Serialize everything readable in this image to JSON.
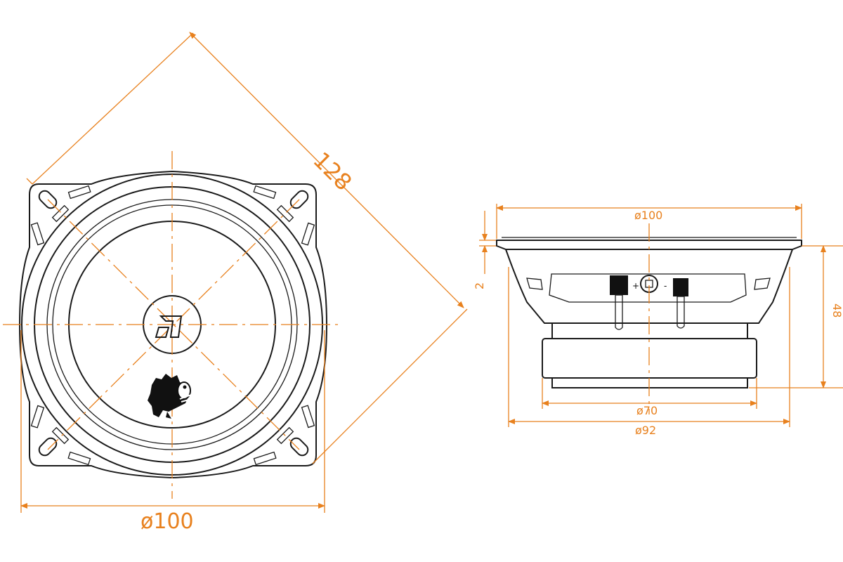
{
  "drawing": {
    "front_view": {
      "diagonal_dimension": "128",
      "width_dimension": "ø100"
    },
    "side_view": {
      "top_dimension": "ø100",
      "flange_thickness_dimension": "2",
      "height_dimension": "48",
      "magnet_dimension": "ø70",
      "basket_dimension": "ø92",
      "terminal_positive_label": "+",
      "terminal_negative_label": "-"
    },
    "colors": {
      "outline": "#1a1a1a",
      "dimension": "#e8811e"
    },
    "icons": {
      "brand_logo": "brand-logo-icon",
      "mascot": "fish-mascot-icon"
    }
  }
}
